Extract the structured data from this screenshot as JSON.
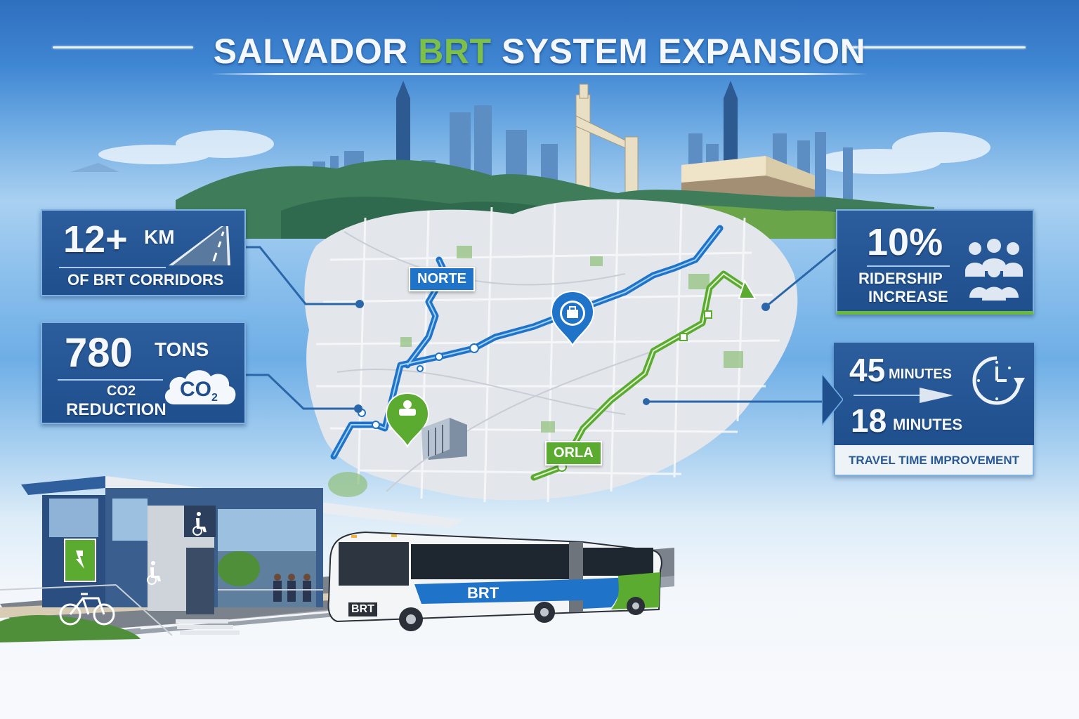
{
  "title": {
    "prefix": "SALVADOR ",
    "accent": "BRT",
    "suffix": " SYSTEM EXPANSION",
    "accent_color": "#7cc04a",
    "text_color": "#f4f7fb"
  },
  "stats": {
    "corridors": {
      "value": "12+",
      "unit": "KM",
      "label": "OF BRT CORRIDORS",
      "icon": "road-icon"
    },
    "co2": {
      "value": "780",
      "unit": "TONS",
      "label_line1": "CO2",
      "label_line2": "REDUCTION",
      "icon": "co2-cloud-icon",
      "icon_text": "CO",
      "icon_sub": "2"
    },
    "ridership": {
      "value": "10%",
      "label_line1": "RIDERSHIP",
      "label_line2": "INCREASE",
      "icon": "people-group-icon"
    },
    "travel_time": {
      "before_value": "45",
      "before_unit": "MINUTES",
      "after_value": "18",
      "after_unit": "MINUTES",
      "caption": "TRAVEL TIME IMPROVEMENT",
      "icon": "clock-refresh-icon"
    }
  },
  "map": {
    "routes": [
      {
        "name": "NORTE",
        "color": "#1f73c9"
      },
      {
        "name": "ORLA",
        "color": "#5aab2f"
      }
    ],
    "markers": [
      {
        "type": "station-pin",
        "icon": "luggage-icon",
        "color": "#1f73c9"
      },
      {
        "type": "station-pin",
        "icon": "vehicle-icon",
        "color": "#5aab2f"
      }
    ]
  },
  "scene": {
    "bus_front_label": "BRT",
    "bus_side_label": "BRT",
    "station_icons": [
      "ev-charging-icon",
      "wheelchair-icon",
      "bicycle-icon"
    ]
  },
  "colors": {
    "panel_blue": "#1f4f8d",
    "route_blue": "#1f73c9",
    "route_green": "#5aab2f",
    "sky_top": "#2f6fbf"
  }
}
